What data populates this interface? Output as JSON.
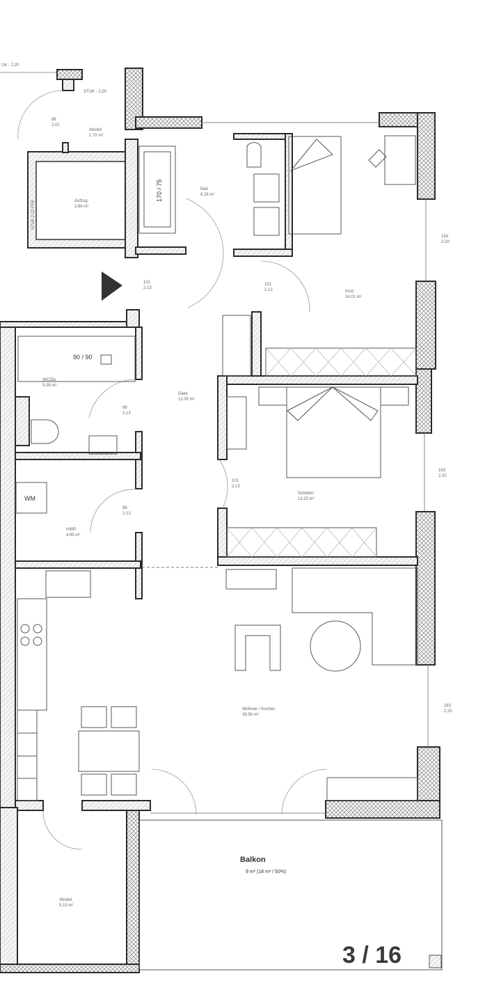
{
  "plan": {
    "rooms": [
      {
        "name": "Abstell",
        "area": "1.70 m²"
      },
      {
        "name": "Aufzug",
        "area": "2.86 m²"
      },
      {
        "name": "Bad",
        "area": "6.28 m²"
      },
      {
        "name": "Kind",
        "area": "14.01 m²"
      },
      {
        "name": "Diele",
        "area": "12.00 m²"
      },
      {
        "name": "WC/Du",
        "area": "5.08 m²"
      },
      {
        "name": "Schlafen",
        "area": "13.23 m²"
      },
      {
        "name": "HWR",
        "area": "4.85 m²"
      },
      {
        "name": "Wohnen / Kochen",
        "area": "38.59 m²"
      },
      {
        "name": "Abstell",
        "area": "5.10 m²"
      }
    ],
    "fixtures": {
      "bathtub": "170 / 75",
      "shower": "90 / 90",
      "washer": "WM"
    },
    "notes": {
      "stuk_top_left": "UK - 2.20",
      "stuk_top": "STUK - 2.20",
      "stuk_elevator": "STUK 2.12 FFB"
    },
    "doors": [
      {
        "w": "88",
        "h": "2.01"
      },
      {
        "w": "101",
        "h": "2.13"
      },
      {
        "w": "101",
        "h": "2.13"
      },
      {
        "w": "88",
        "h": "2.13"
      },
      {
        "w": "101",
        "h": "2.13"
      },
      {
        "w": "88",
        "h": "2.13"
      }
    ],
    "windows": [
      {
        "w": "163",
        "h": "2.20"
      },
      {
        "w": "163",
        "h": "2.20"
      },
      {
        "w": "163",
        "h": "2.20"
      }
    ],
    "balcony": {
      "title": "Balkon",
      "area": "9 m² (18 m² / 50%)"
    },
    "page_indicator": "3 / 16"
  }
}
